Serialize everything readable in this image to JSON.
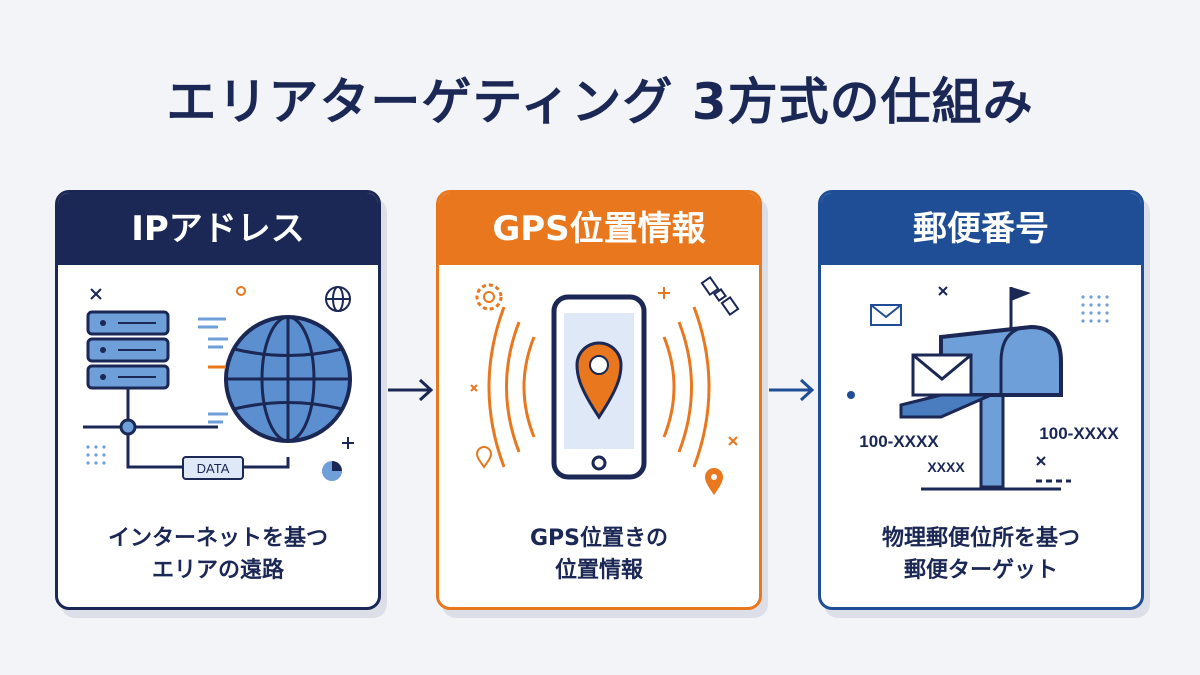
{
  "title": "エリアターゲティング 3方式の仕組み",
  "colors": {
    "navy": "#1b2754",
    "orange": "#e8771e",
    "blue": "#1f4e96",
    "lightblue": "#6f9fd8"
  },
  "cards": [
    {
      "header": "IPアドレス",
      "data_label": "DATA",
      "desc_line1": "インターネットを基つ",
      "desc_line2": "エリアの遠路"
    },
    {
      "header": "GPS位置情報",
      "desc_line1": "GPS位置きの",
      "desc_line2": "位置情報"
    },
    {
      "header": "郵便番号",
      "postal_1": "100-XXXX",
      "postal_2": "XXXX",
      "postal_3": "100-XXXX",
      "desc_line1": "物理郵便位所を基つ",
      "desc_line2": "郵便ターゲット"
    }
  ]
}
